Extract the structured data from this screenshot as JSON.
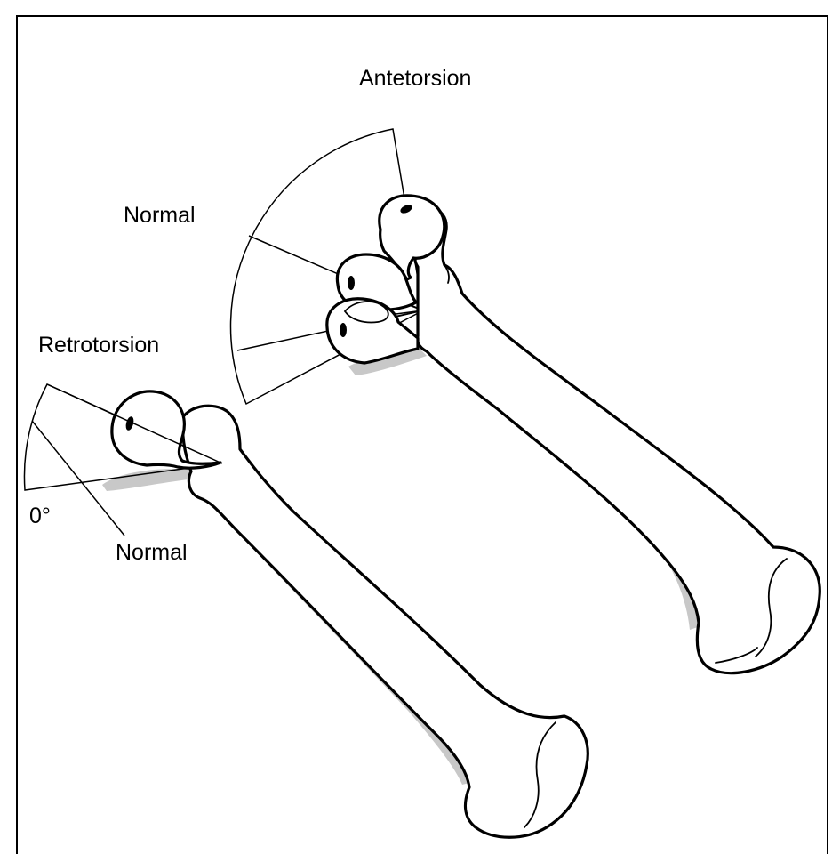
{
  "labels": {
    "antetorsion": "Antetorsion",
    "normal_upper": "Normal",
    "retrotorsion": "Retrotorsion",
    "zero_degree": "0°",
    "normal_lower": "Normal"
  },
  "colors": {
    "line": "#000000",
    "shadow": "#c8c8c8",
    "background": "#ffffff"
  }
}
